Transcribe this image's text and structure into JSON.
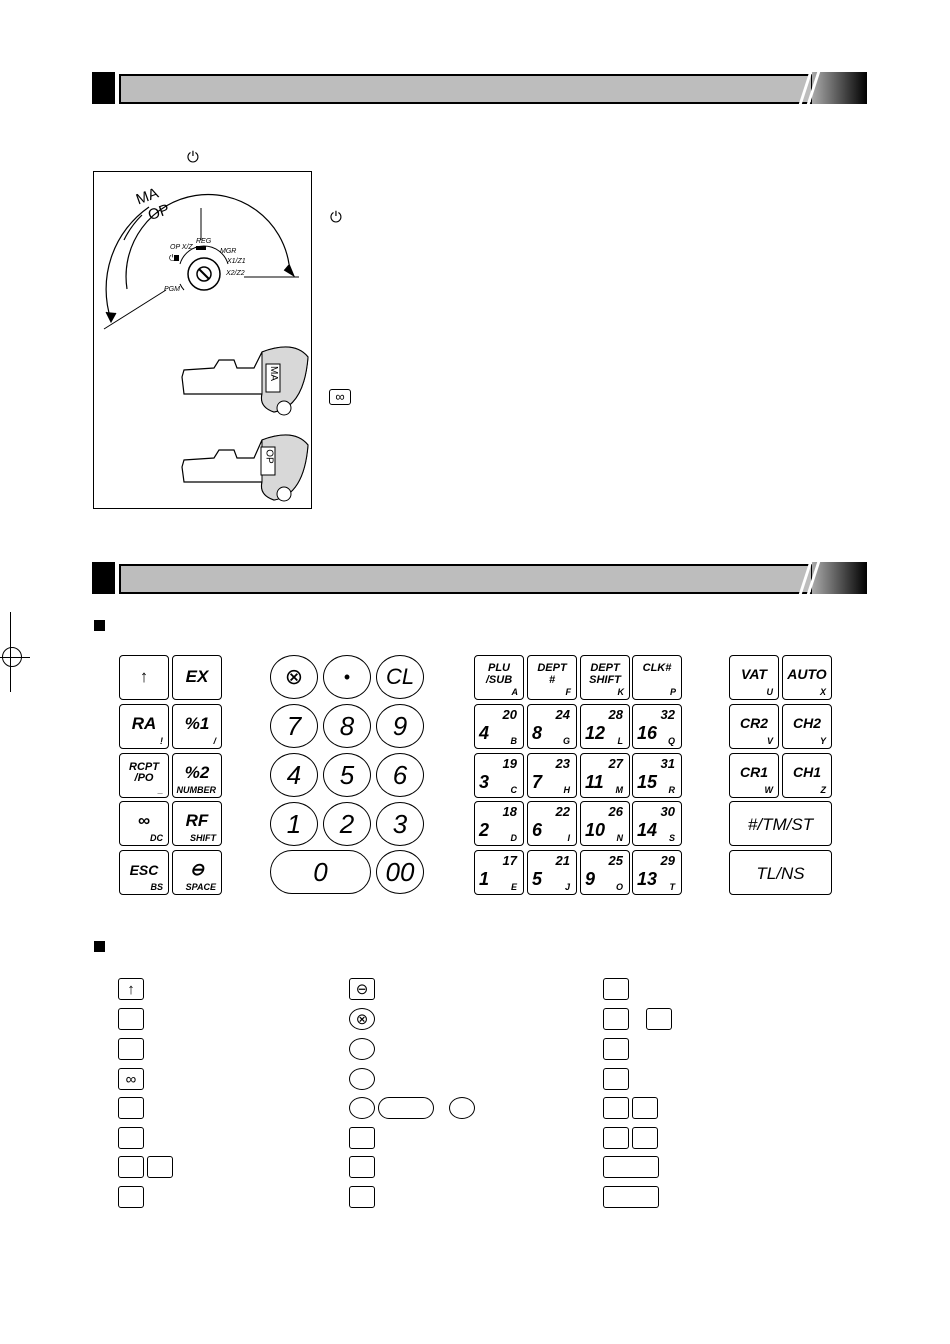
{
  "icons": {
    "power": "⏻",
    "infinity": "∞"
  },
  "key_diagram": {
    "arcs": {
      "ma": "MA",
      "op": "OP"
    },
    "positions": {
      "opxz": "OP X/Z",
      "reg": "REG",
      "mgr": "MGR",
      "power": "⏻",
      "x1z1": "X1/Z1",
      "x2z2": "X2/Z2",
      "pgm": "PGM"
    },
    "keys": {
      "ma_key": "MA",
      "op_key": "OP"
    }
  },
  "group1": [
    {
      "main": "↑",
      "sub": ""
    },
    {
      "main": "EX",
      "sub": ""
    },
    {
      "main": "RA",
      "sub": "!"
    },
    {
      "main": "%1",
      "sub": "/"
    },
    {
      "main": "RCPT\n/PO",
      "sub": "_"
    },
    {
      "main": "%2",
      "sub": "NUMBER"
    },
    {
      "main": "∞",
      "sub": "DC"
    },
    {
      "main": "RF",
      "sub": "SHIFT"
    },
    {
      "main": "ESC",
      "sub": "BS"
    },
    {
      "main": "⊖",
      "sub": "SPACE"
    }
  ],
  "numpad": {
    "row1": [
      "⊗",
      "•",
      "CL"
    ],
    "row2": [
      "7",
      "8",
      "9"
    ],
    "row3": [
      "4",
      "5",
      "6"
    ],
    "row4": [
      "1",
      "2",
      "3"
    ],
    "zero": "0",
    "double_zero": "00"
  },
  "top_func": [
    {
      "main": "PLU\n/SUB",
      "sub": "A"
    },
    {
      "main": "DEPT\n#",
      "sub": "F"
    },
    {
      "main": "DEPT\nSHIFT",
      "sub": "K"
    },
    {
      "main": "CLK#",
      "sub": "P"
    }
  ],
  "dept_rows": [
    [
      {
        "top": "20",
        "big": "4",
        "l": "B"
      },
      {
        "top": "24",
        "big": "8",
        "l": "G"
      },
      {
        "top": "28",
        "big": "12",
        "l": "L"
      },
      {
        "top": "32",
        "big": "16",
        "l": "Q"
      }
    ],
    [
      {
        "top": "19",
        "big": "3",
        "l": "C"
      },
      {
        "top": "23",
        "big": "7",
        "l": "H"
      },
      {
        "top": "27",
        "big": "11",
        "l": "M"
      },
      {
        "top": "31",
        "big": "15",
        "l": "R"
      }
    ],
    [
      {
        "top": "18",
        "big": "2",
        "l": "D"
      },
      {
        "top": "22",
        "big": "6",
        "l": "I"
      },
      {
        "top": "26",
        "big": "10",
        "l": "N"
      },
      {
        "top": "30",
        "big": "14",
        "l": "S"
      }
    ],
    [
      {
        "top": "17",
        "big": "1",
        "l": "E"
      },
      {
        "top": "21",
        "big": "5",
        "l": "J"
      },
      {
        "top": "25",
        "big": "9",
        "l": "O"
      },
      {
        "top": "29",
        "big": "13",
        "l": "T"
      }
    ]
  ],
  "right_keys": [
    {
      "main": "VAT",
      "sub": "U"
    },
    {
      "main": "AUTO",
      "sub": "X"
    },
    {
      "main": "CR2",
      "sub": "V"
    },
    {
      "main": "CH2",
      "sub": "Y"
    },
    {
      "main": "CR1",
      "sub": "W"
    },
    {
      "main": "CH1",
      "sub": "Z"
    }
  ],
  "wide_keys": [
    "#/TM/ST",
    "TL/NS"
  ],
  "legend": {
    "col1": [
      "↑",
      "",
      "",
      "∞",
      "",
      ""
    ],
    "col2": [
      "⊖",
      "⊗"
    ]
  }
}
